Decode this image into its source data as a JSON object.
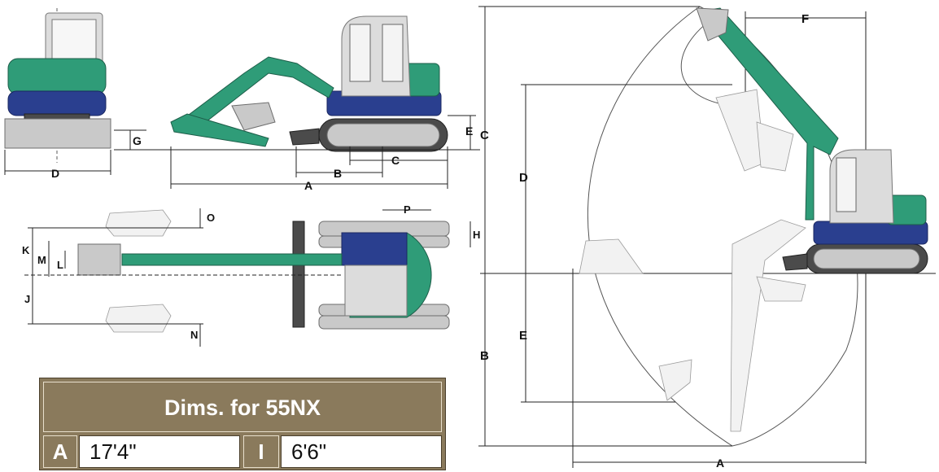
{
  "labels": {
    "front": {
      "D": "D",
      "G": "G"
    },
    "side": {
      "A": "A",
      "B": "B",
      "C": "C",
      "E": "E"
    },
    "top": {
      "O": "O",
      "P": "P",
      "H": "H",
      "K": "K",
      "M": "M",
      "L": "L",
      "J": "J",
      "N": "N"
    },
    "range": {
      "A": "A",
      "B": "B",
      "C": "C",
      "D": "D",
      "E": "E",
      "F": "F"
    }
  },
  "table": {
    "title": "Dims. for 55NX",
    "rows": [
      {
        "key1": "A",
        "val1": "17'4\"",
        "key2": "I",
        "val2": "6'6\""
      }
    ]
  },
  "colors": {
    "machine_green": "#2f9c78",
    "machine_blue": "#2a3f8f",
    "table_header": "#8a7a5c"
  }
}
